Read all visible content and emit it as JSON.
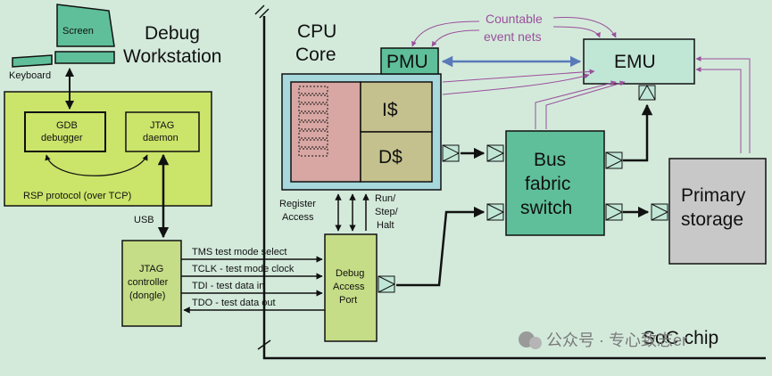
{
  "workstation": {
    "title_line1": "Debug",
    "title_line2": "Workstation",
    "screen_label": "Screen",
    "keyboard_label": "Keyboard",
    "gdb_line1": "GDB",
    "gdb_line2": "debugger",
    "jtag_daemon_line1": "JTAG",
    "jtag_daemon_line2": "daemon",
    "rsp_label": "RSP protocol (over TCP)"
  },
  "usb_label": "USB",
  "jtag_controller": {
    "line1": "JTAG",
    "line2": "controller",
    "line3": "(dongle)"
  },
  "signals": [
    "TMS test mode select",
    "TCLK - test mode clock",
    "TDI - test data in",
    "TDO - test data out"
  ],
  "debug_access_port": {
    "line1": "Debug",
    "line2": "Access",
    "line3": "Port"
  },
  "register_access": {
    "line1": "Register",
    "line2": "Access"
  },
  "run_step_halt": {
    "line1": "Run/",
    "line2": "Step/",
    "line3": "Halt"
  },
  "cpu": {
    "title_line1": "CPU",
    "title_line2": "Core",
    "icache": "I$",
    "dcache": "D$"
  },
  "pmu_label": "PMU",
  "emu_label": "EMU",
  "countable": {
    "line1": "Countable",
    "line2": "event nets"
  },
  "bus": {
    "line1": "Bus",
    "line2": "fabric",
    "line3": "switch"
  },
  "storage": {
    "line1": "Primary",
    "line2": "storage"
  },
  "soc_label": "SoC chip",
  "watermark": "公众号 · 专心致志er",
  "colors": {
    "background": "#d3eadb",
    "workstation_green": "#cbe46a",
    "block_green": "#c5dd86",
    "teal": "#5fbf9a",
    "light_teal": "#c0e6d6",
    "cpu_blue": "#a6d8dc",
    "register_pink": "#d8a7a3",
    "cache_olive": "#c4c18e",
    "storage_gray": "#c8c8c8",
    "purple": "#9b4f9b",
    "arrow_blue": "#5a79b8"
  }
}
